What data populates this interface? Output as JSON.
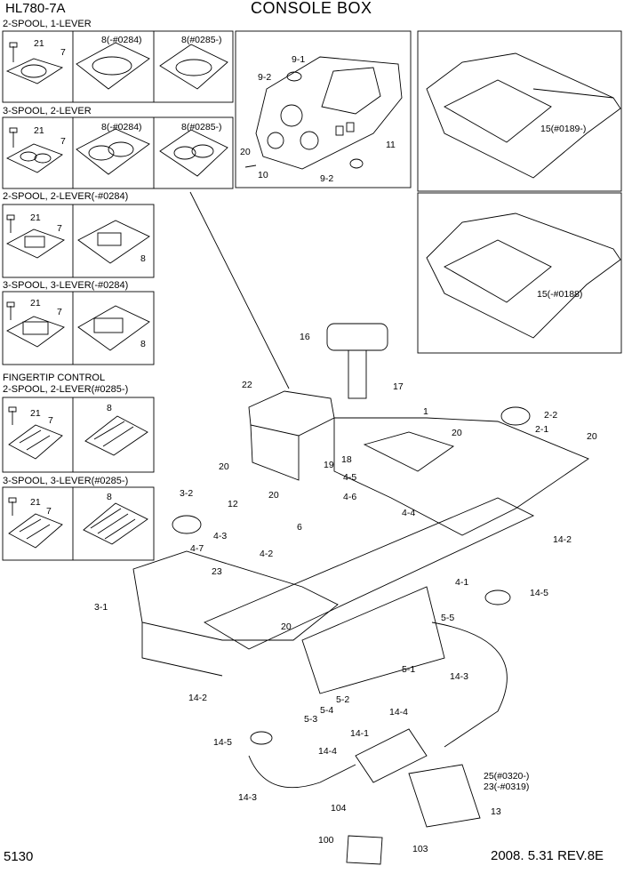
{
  "header": {
    "model": "HL780-7A",
    "title": "CONSOLE BOX"
  },
  "footer": {
    "page_number": "5130",
    "revision": "2008. 5.31  REV.8E"
  },
  "inset_headers": [
    "2-SPOOL, 1-LEVER",
    "3-SPOOL, 2-LEVER",
    "2-SPOOL, 2-LEVER(-#0284)",
    "3-SPOOL, 3-LEVER(-#0284)",
    "FINGERTIP CONTROL",
    "2-SPOOL, 2-LEVER(#0285-)",
    "3-SPOOL, 3-LEVER(#0285-)"
  ],
  "inset_callouts": {
    "box1": [
      "21",
      "7",
      "8(-#0284)",
      "8(#0285-)"
    ],
    "box2": [
      "21",
      "7",
      "8(-#0284)",
      "8(#0285-)"
    ],
    "box3": [
      "21",
      "7",
      "8"
    ],
    "box4": [
      "21",
      "7",
      "8"
    ],
    "box5": [
      "21",
      "7",
      "8"
    ],
    "box6": [
      "21",
      "7",
      "8"
    ]
  },
  "cluster_callouts": [
    "9-1",
    "9-2",
    "11",
    "20",
    "10",
    "9-2"
  ],
  "floor_plate_callouts": [
    "15(#0189-)",
    "15(-#0188)"
  ],
  "main_callouts": [
    "16",
    "17",
    "22",
    "1",
    "2-2",
    "20",
    "2-1",
    "20",
    "20",
    "19",
    "18",
    "4-5",
    "4-6",
    "20",
    "12",
    "4-4",
    "6",
    "3-2",
    "4-3",
    "4-7",
    "4-2",
    "14-2",
    "23",
    "4-1",
    "14-5",
    "3-1",
    "20",
    "5-5",
    "5-1",
    "14-3",
    "14-2",
    "5-2",
    "5-4",
    "5-3",
    "14-4",
    "14-1",
    "14-5",
    "14-4",
    "25(#0320-)",
    "23(-#0319)",
    "14-3",
    "104",
    "13",
    "103",
    "100"
  ]
}
